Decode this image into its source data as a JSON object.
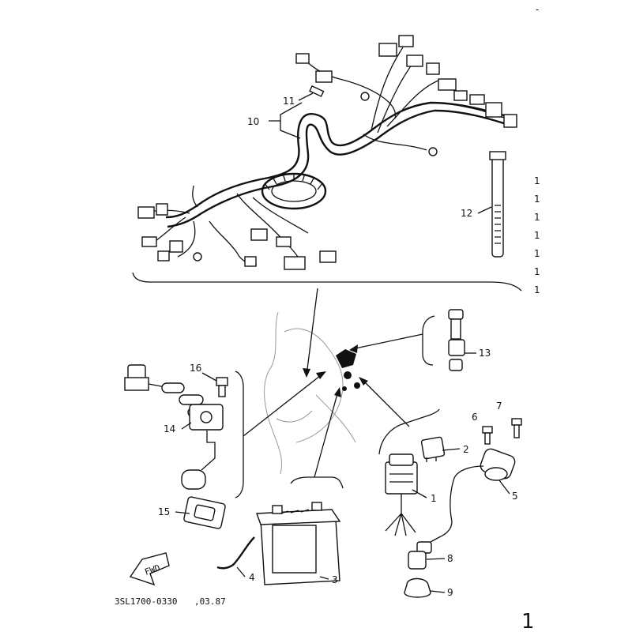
{
  "sheet_code": "3SL1700-0330",
  "sheet_suffix": ",03.87",
  "page_mark": "1",
  "corner_mark": "-",
  "right_margin_marks": [
    "1",
    "1",
    "1",
    "1",
    "1",
    "1",
    "1"
  ],
  "fwd_label": "FWD",
  "callouts": {
    "p1": "1",
    "p2": "2",
    "p3": "3",
    "p4": "4",
    "p5": "5",
    "p6": "6",
    "p7": "7",
    "p8": "8",
    "p9": "9",
    "p10": "10",
    "p11": "11",
    "p12": "12",
    "p13": "13",
    "p14": "14",
    "p15": "15",
    "p16": "16"
  }
}
